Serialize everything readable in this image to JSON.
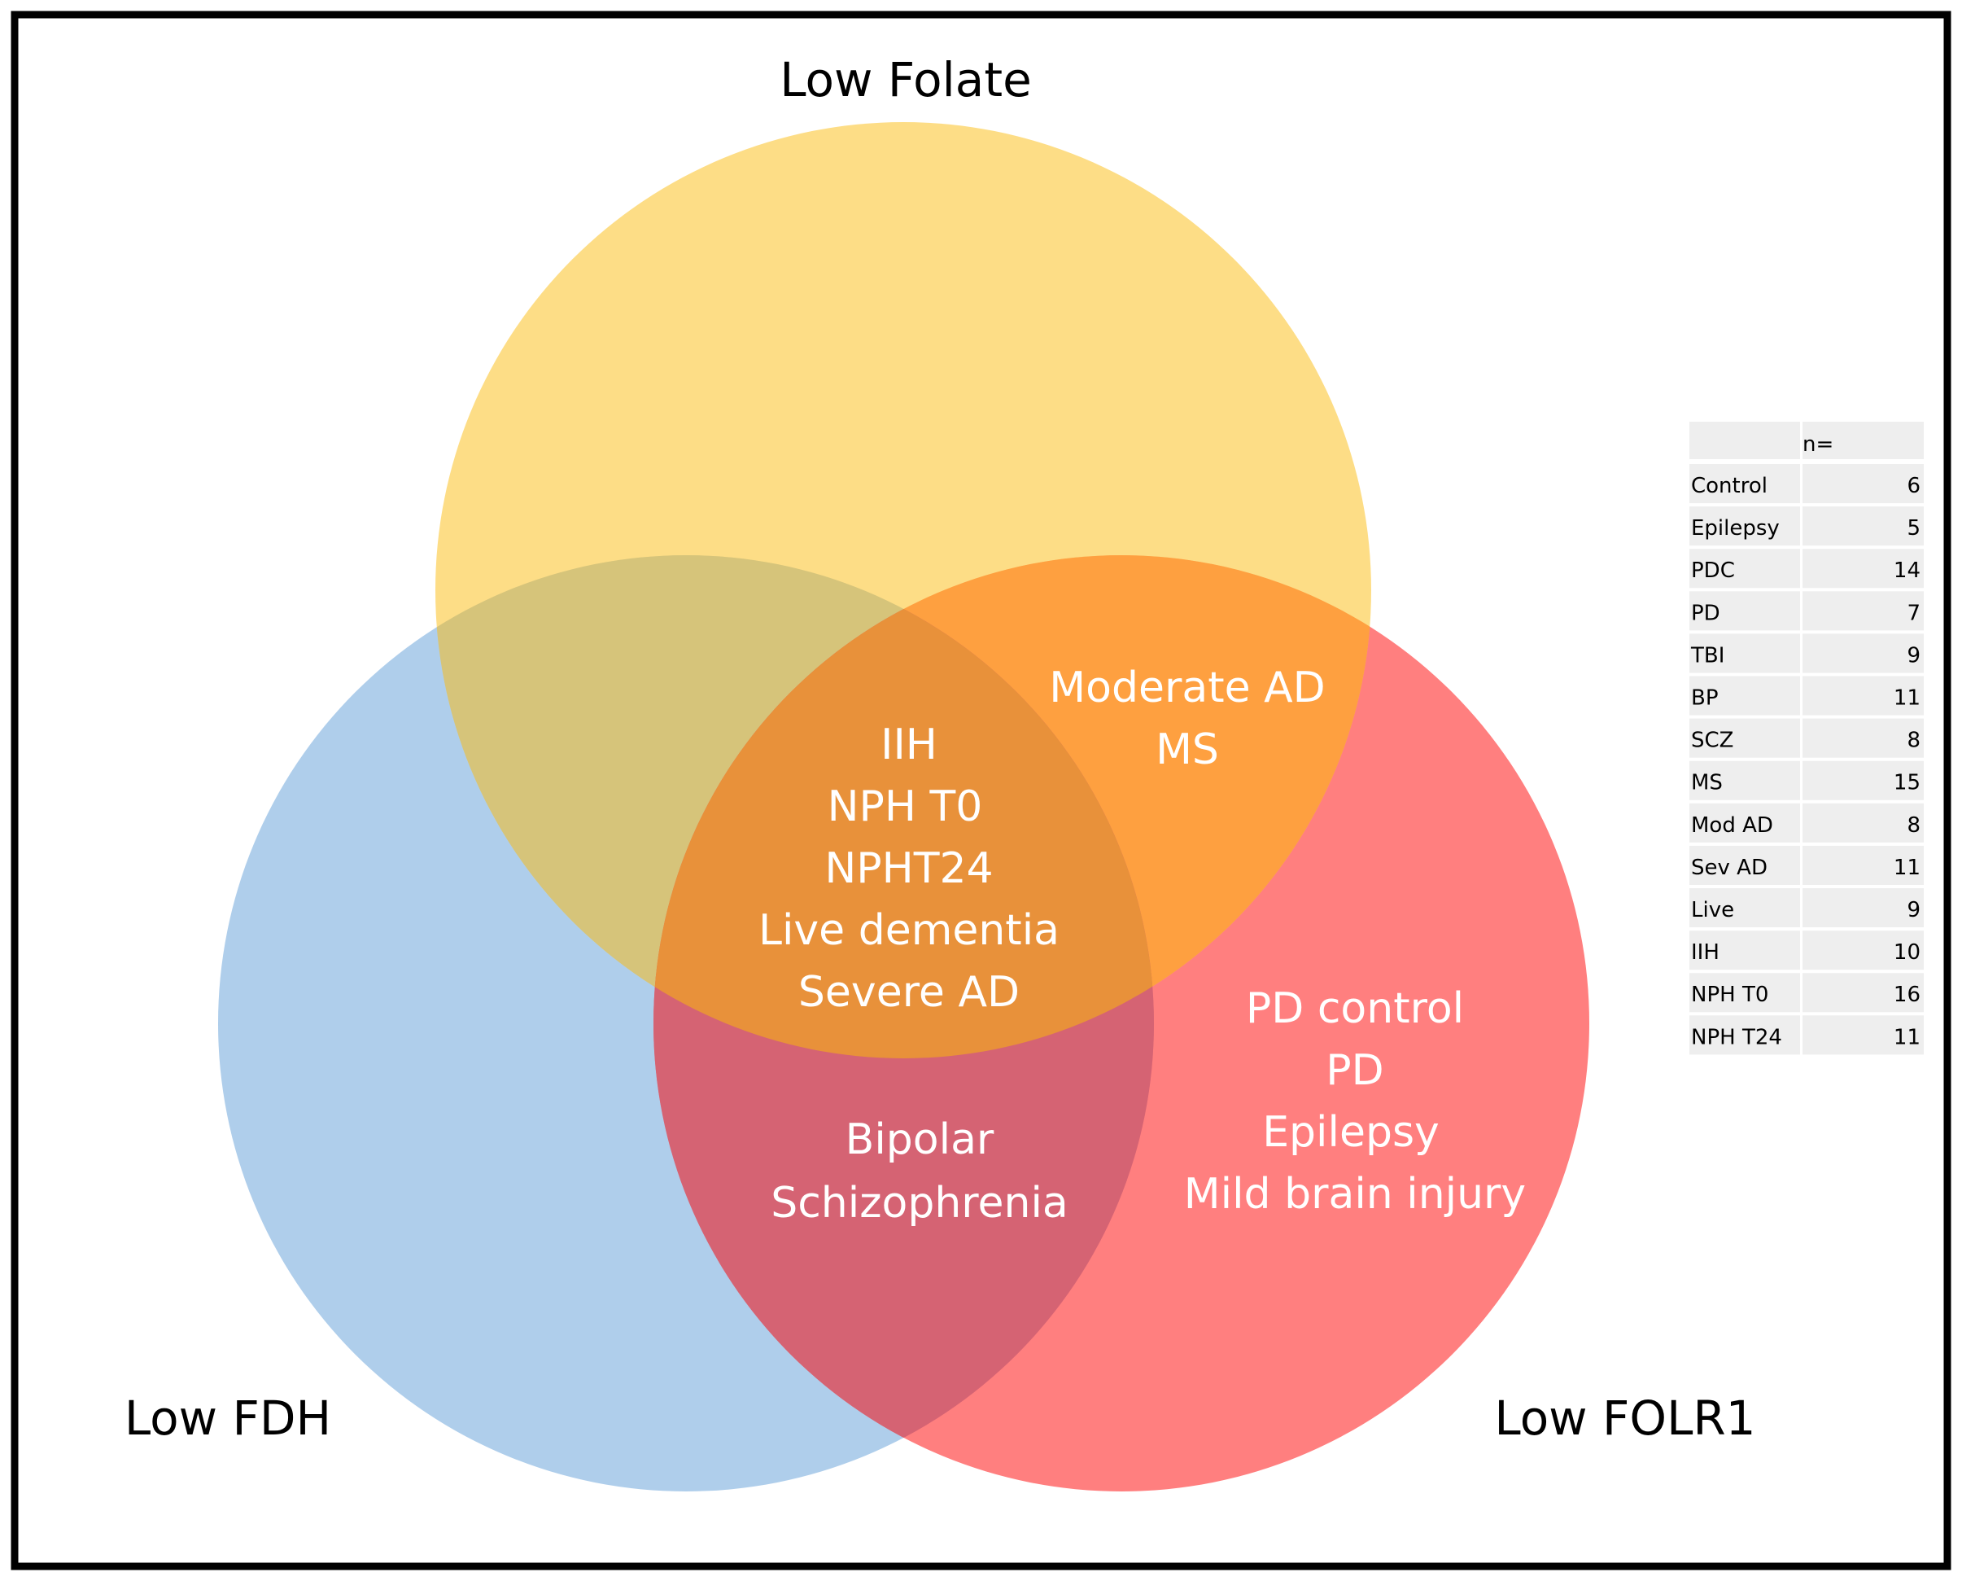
{
  "sets": [
    {
      "key": "folate",
      "label": "Low Folate",
      "color": "#fcd25e"
    },
    {
      "key": "fdh",
      "label": "Low FDH",
      "color": "#94bde4"
    },
    {
      "key": "folr1",
      "label": "Low FOLR1",
      "color": "#ff5f5f"
    }
  ],
  "regions": {
    "all_three": [
      "IIH",
      "NPH T0",
      "NPHT24",
      "Live dementia",
      "Severe AD"
    ],
    "folate_folr1": [
      "Moderate AD",
      "MS"
    ],
    "fdh_folr1": [
      "Bipolar",
      "Schizophrenia"
    ],
    "folr1_only": [
      "PD control",
      "PD",
      "Epilepsy",
      "Mild brain injury"
    ]
  },
  "overlap_colors": {
    "folate_fdh": "#d6c47a",
    "folate_folr1": "#fea040",
    "fdh_folr1": "#d56373",
    "all_three": "#e8913a"
  },
  "table": {
    "header": "n=",
    "rows": [
      {
        "label": "Control",
        "n": 6
      },
      {
        "label": "Epilepsy",
        "n": 5
      },
      {
        "label": "PDC",
        "n": 14
      },
      {
        "label": "PD",
        "n": 7
      },
      {
        "label": "TBI",
        "n": 9
      },
      {
        "label": "BP",
        "n": 11
      },
      {
        "label": "SCZ",
        "n": 8
      },
      {
        "label": "MS",
        "n": 15
      },
      {
        "label": "Mod AD",
        "n": 8
      },
      {
        "label": "Sev AD",
        "n": 11
      },
      {
        "label": "Live",
        "n": 9
      },
      {
        "label": "IIH",
        "n": 10
      },
      {
        "label": "NPH T0",
        "n": 16
      },
      {
        "label": "NPH T24",
        "n": 11
      }
    ]
  }
}
